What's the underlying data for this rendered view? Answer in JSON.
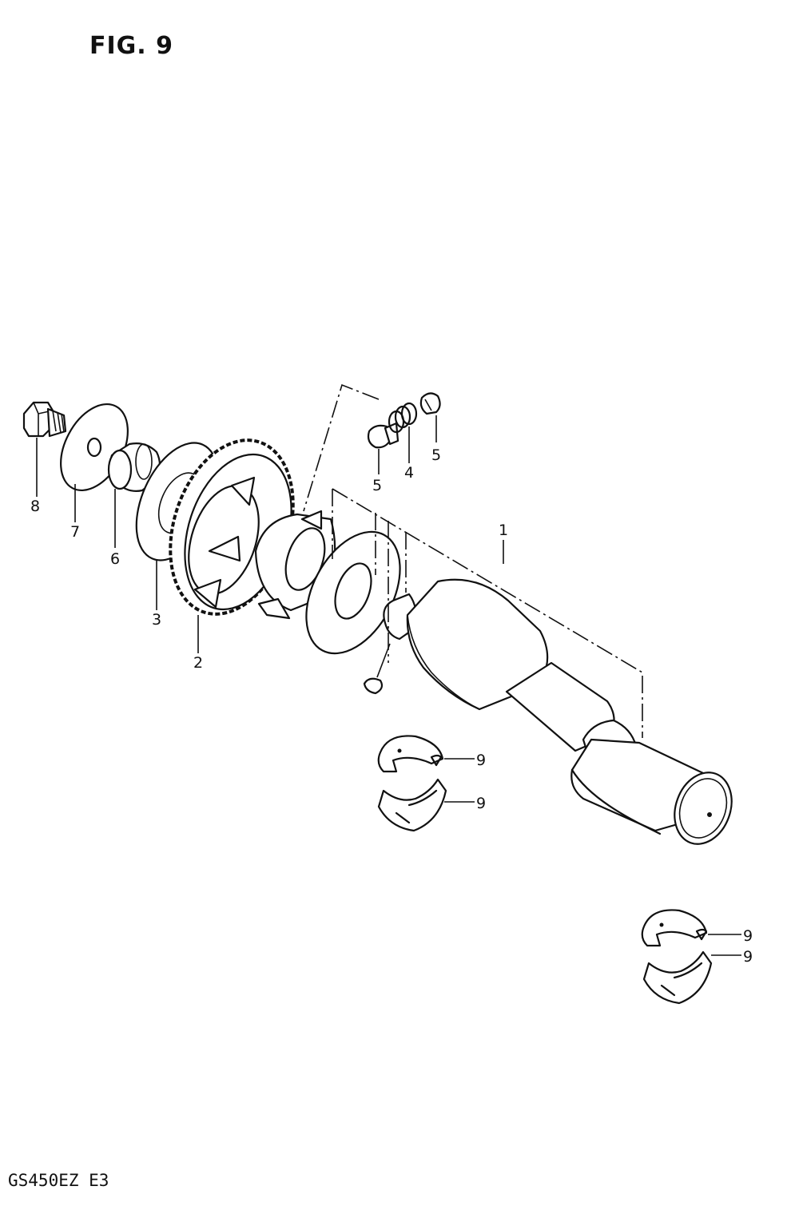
{
  "figure": {
    "title": "FIG. 9",
    "model_code": "GS450EZ  E3"
  },
  "callouts": {
    "c1": "1",
    "c2": "2",
    "c3": "3",
    "c4": "4",
    "c5a": "5",
    "c5b": "5",
    "c6": "6",
    "c7": "7",
    "c8": "8",
    "c9a": "9",
    "c9b": "9",
    "c9c": "9",
    "c9d": "9"
  }
}
